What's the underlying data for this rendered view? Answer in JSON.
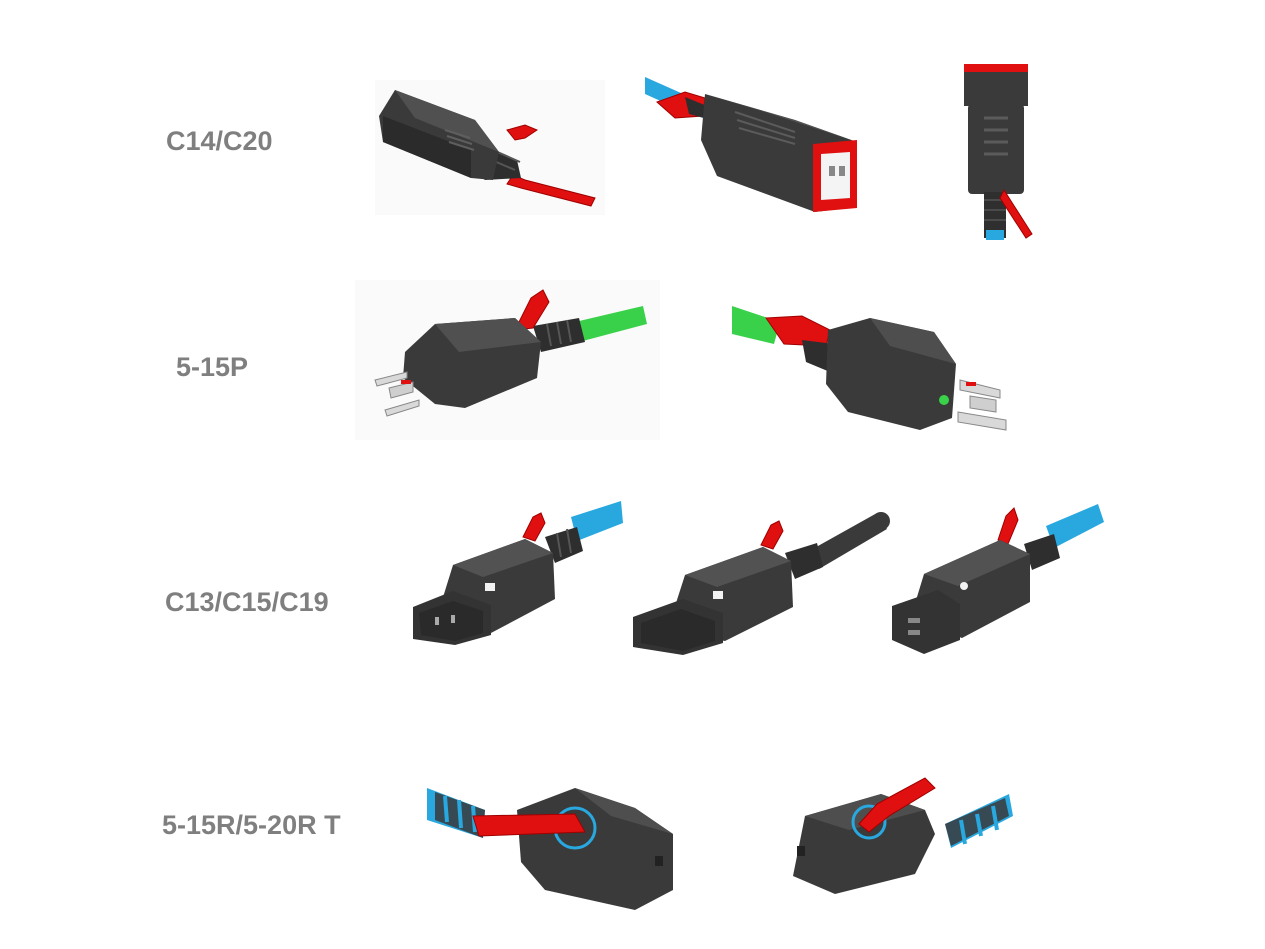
{
  "rows": [
    {
      "label": "C14/C20"
    },
    {
      "label": "5-15P"
    },
    {
      "label": "C13/C15/C19"
    },
    {
      "label": "5-15R/5-20R T"
    }
  ],
  "colors": {
    "label": "#7f7f7f",
    "connector_body": "#3a3a3a",
    "latch_red": "#e01010",
    "cord_blue": "#29a8e0",
    "cord_green": "#3ad14a",
    "cord_black": "#3a3a3a",
    "prong_metal": "#d9d9d9"
  },
  "icons": [
    "c14-plug-left",
    "c20-plug-front",
    "c20-plug-vertical",
    "nema-5-15p-plug-left",
    "nema-5-15p-plug-right",
    "c13-connector",
    "c15-connector",
    "c19-connector",
    "nema-5-15r-locking-left",
    "nema-5-15r-locking-right"
  ]
}
